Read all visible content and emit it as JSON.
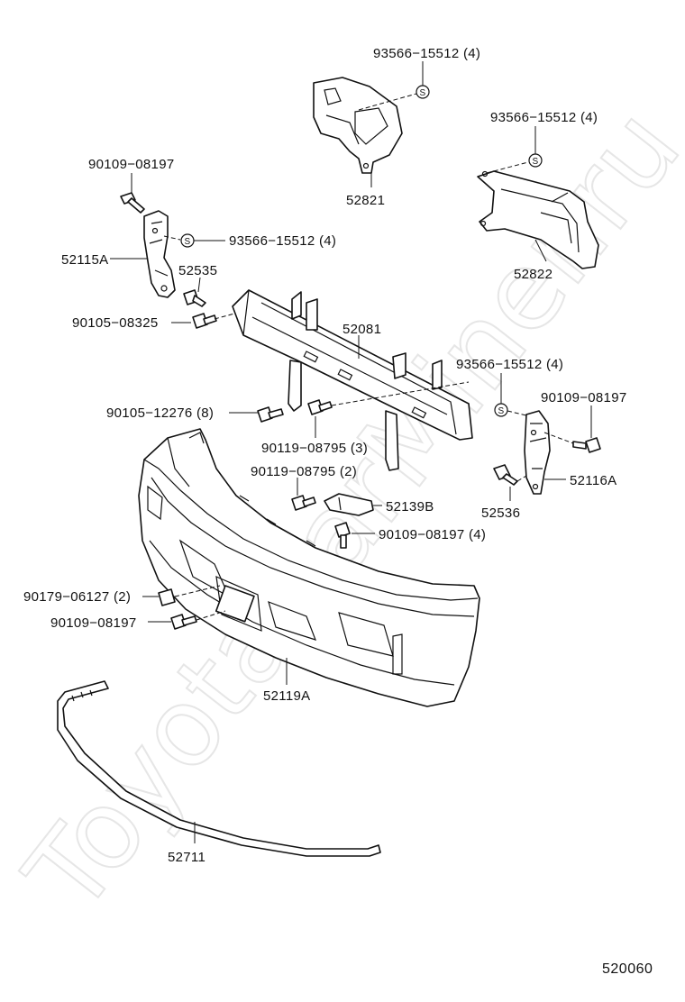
{
  "diagram": {
    "watermark": "ToyotaCarMiner.ru",
    "figure_number": "520060",
    "fastener_symbol": "S",
    "parts": {
      "p52821": "52821",
      "p52822": "52822",
      "p52081": "52081",
      "p52115A": "52115A",
      "p52116A": "52116A",
      "p52535": "52535",
      "p52536": "52536",
      "p52139B": "52139B",
      "p52119A": "52119A",
      "p52711": "52711"
    },
    "fasteners": {
      "clip_top1": "93566−15512 (4)",
      "clip_top2": "93566−15512 (4)",
      "clip_left": "93566−15512 (4)",
      "clip_right": "93566−15512 (4)",
      "bolt_90109_a": "90109−08197",
      "bolt_90109_b": "90109−08197",
      "bolt_90109_c": "90109−08197 (4)",
      "bolt_90109_d": "90109−08197",
      "bolt_90105_08325": "90105−08325",
      "bolt_90105_12276": "90105−12276 (8)",
      "bolt_90119_3": "90119−08795 (3)",
      "bolt_90119_2": "90119−08795 (2)",
      "nut_90179": "90179−06127 (2)"
    }
  }
}
